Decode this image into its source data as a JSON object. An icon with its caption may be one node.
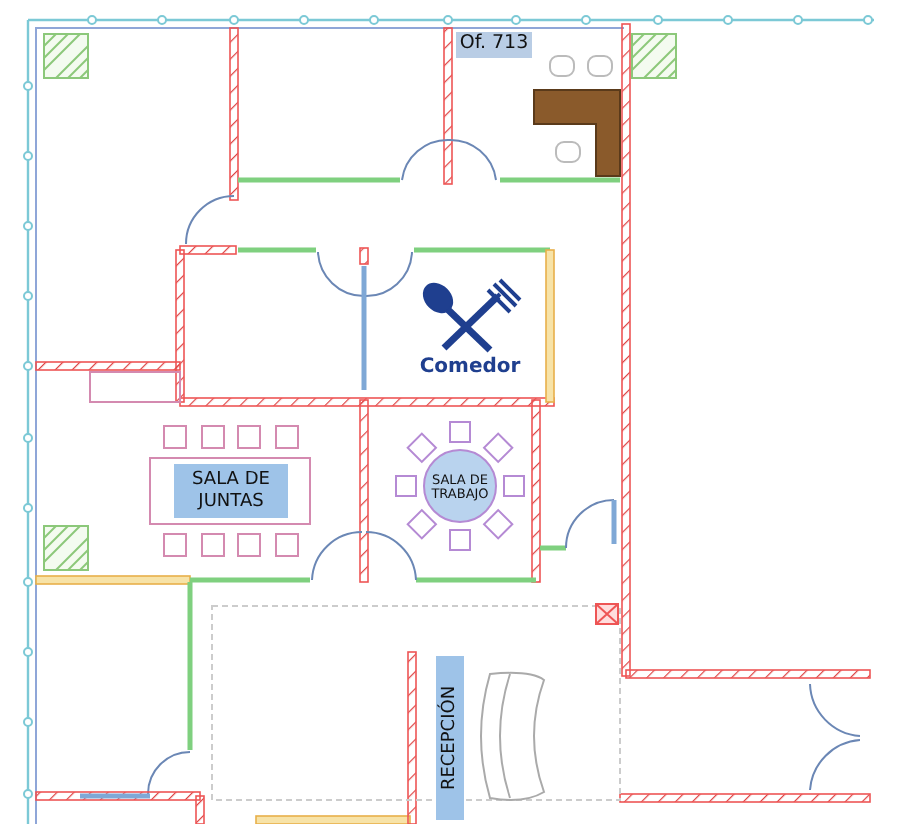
{
  "diagram": {
    "labels": [
      "Of. 713",
      "Comedor",
      "SALA DE JUNTAS",
      "SALA DE TRABAJO",
      "RECEPCIÓN"
    ]
  }
}
